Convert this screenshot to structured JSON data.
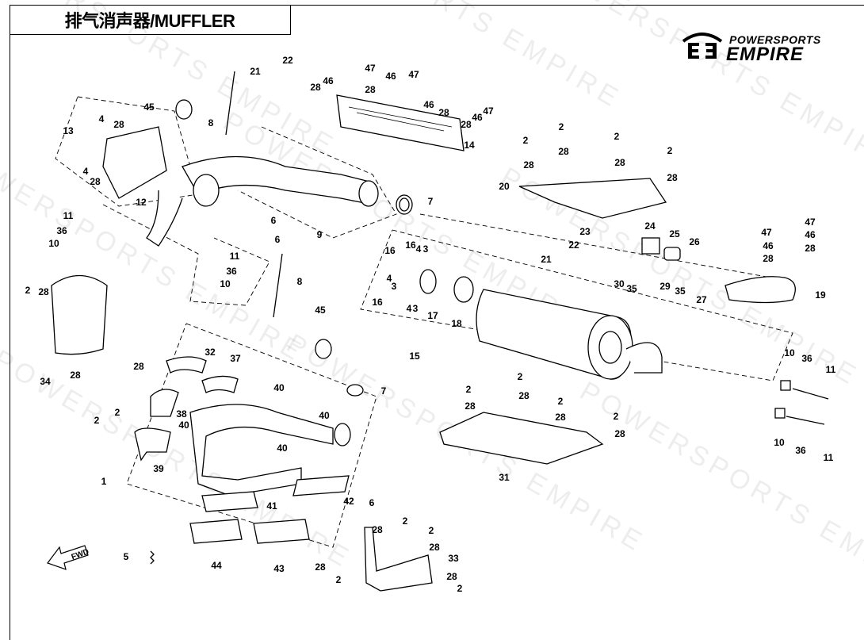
{
  "title": "排气消声器/MUFFLER",
  "logo": {
    "line1": "POWERSPORTS",
    "line2": "EMPIRE"
  },
  "watermark": "POWERSPORTS EMPIRE",
  "fwd_label": "FWD",
  "callouts": [
    "22",
    "21",
    "45",
    "8",
    "28",
    "4",
    "13",
    "4",
    "28",
    "12",
    "11",
    "36",
    "10",
    "6",
    "6",
    "9",
    "7",
    "47",
    "46",
    "28",
    "46",
    "47",
    "28",
    "46",
    "28",
    "46",
    "47",
    "28",
    "14",
    "2",
    "2",
    "28",
    "2",
    "28",
    "28",
    "2",
    "28",
    "20",
    "11",
    "36",
    "10",
    "8",
    "16",
    "16",
    "4",
    "3",
    "4",
    "3",
    "16",
    "4",
    "3",
    "17",
    "18",
    "22",
    "23",
    "21",
    "24",
    "25",
    "26",
    "30",
    "35",
    "29",
    "35",
    "27",
    "47",
    "46",
    "28",
    "47",
    "46",
    "28",
    "19",
    "15",
    "2",
    "28",
    "34",
    "28",
    "28",
    "2",
    "2",
    "45",
    "32",
    "37",
    "40",
    "40",
    "40",
    "7",
    "38",
    "40",
    "39",
    "1",
    "6",
    "41",
    "42",
    "44",
    "43",
    "5",
    "2",
    "28",
    "2",
    "28",
    "33",
    "28",
    "2",
    "28",
    "2",
    "2",
    "28",
    "2",
    "28",
    "2",
    "28",
    "2",
    "28",
    "31",
    "10",
    "36",
    "11",
    "10",
    "36",
    "11"
  ]
}
